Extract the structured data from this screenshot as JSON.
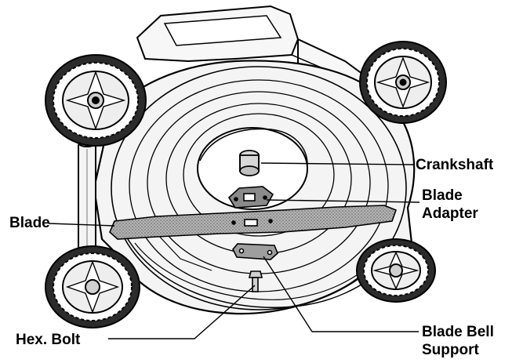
{
  "labels": {
    "crankshaft": "Crankshaft",
    "blade_adapter": [
      "Blade",
      "Adapter"
    ],
    "blade": "Blade",
    "hex_bolt": "Hex. Bolt",
    "blade_bell_support": [
      "Blade Bell",
      "Support"
    ]
  },
  "colors": {
    "ink": "#000000",
    "paper": "#ffffff",
    "blade_fill": "#9a9a9a",
    "body_fill": "#f4f4f4"
  }
}
